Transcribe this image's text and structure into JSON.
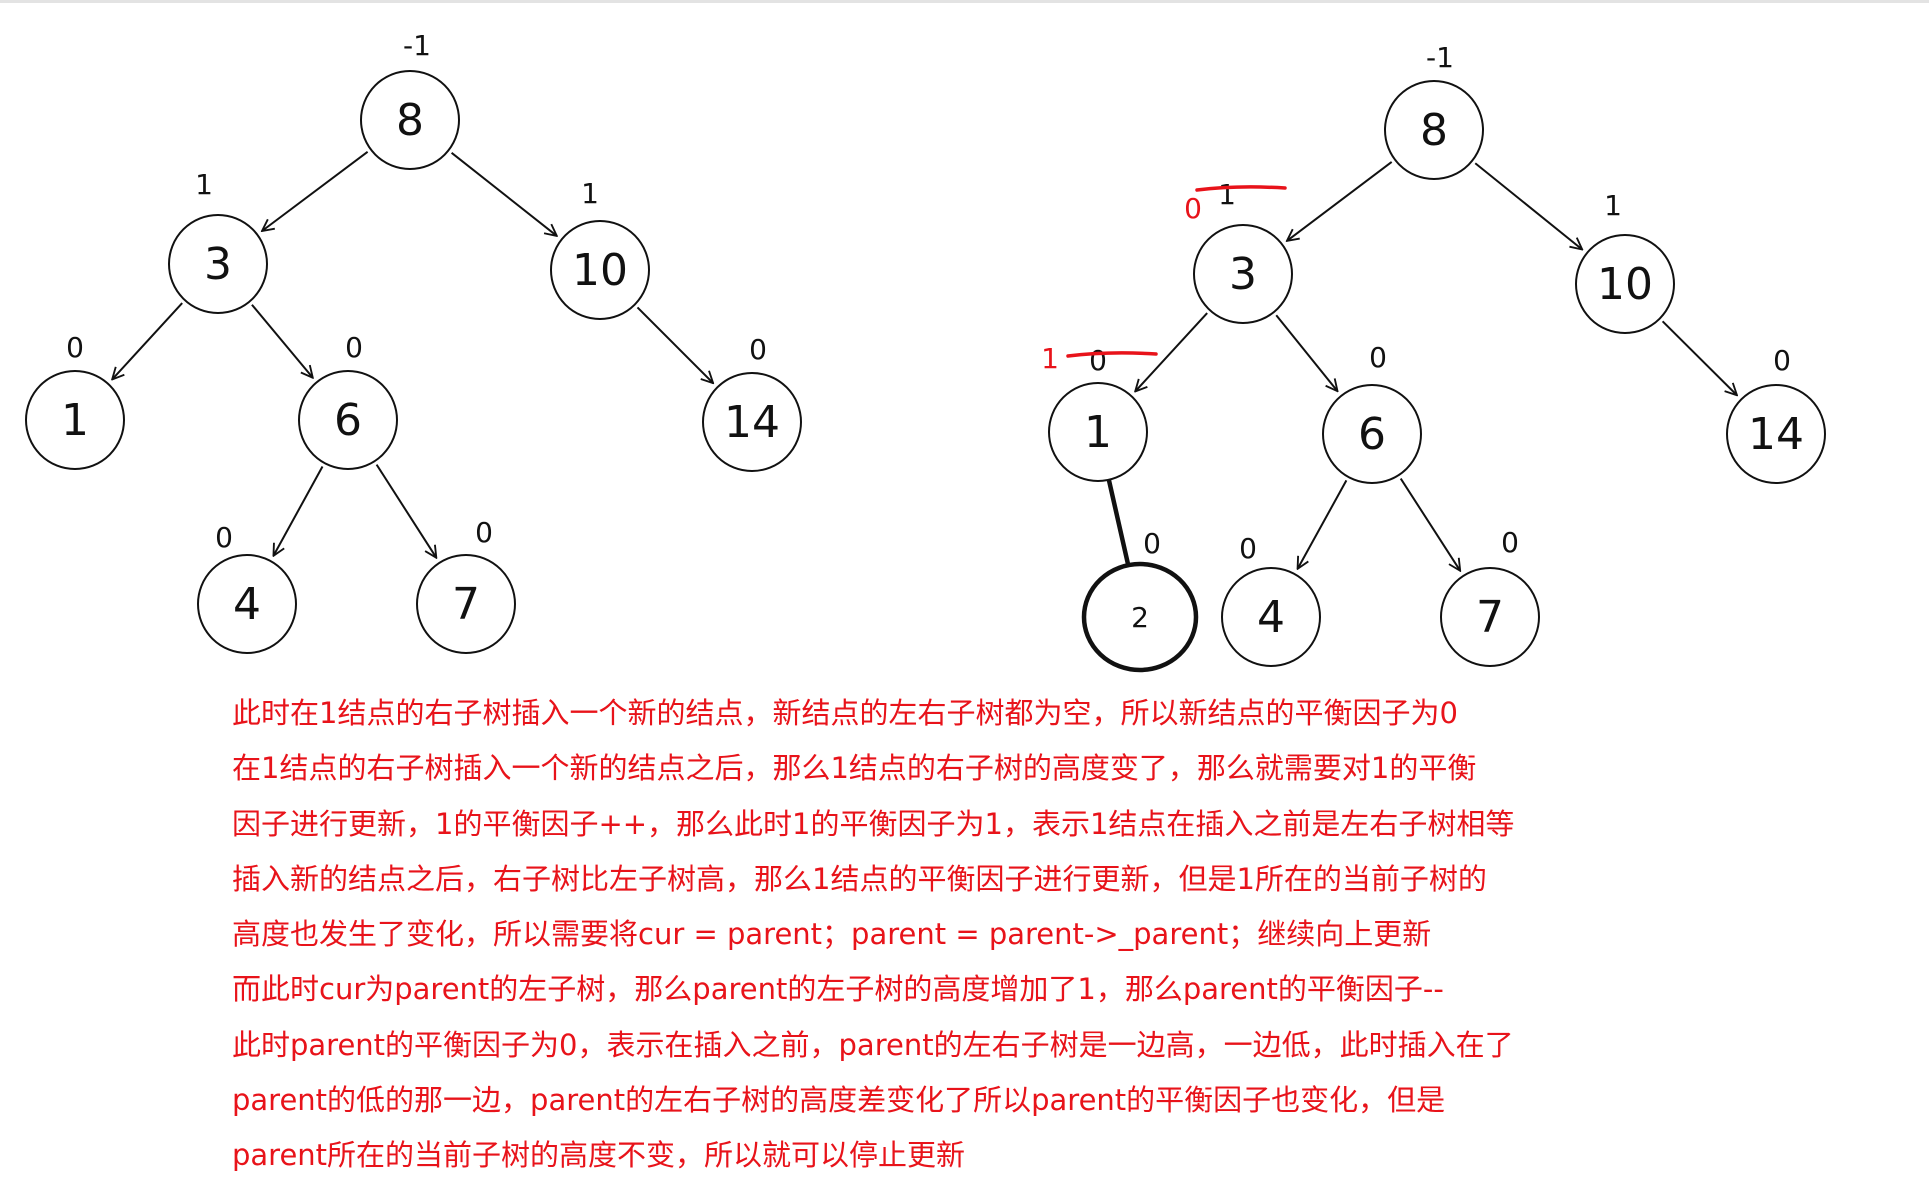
{
  "colors": {
    "ink": "#111111",
    "note": "#e8131a",
    "background": "#ffffff"
  },
  "trees": [
    {
      "nodes": [
        {
          "id": "8",
          "label": "8",
          "bf": "-1"
        },
        {
          "id": "3",
          "label": "3",
          "bf": "1"
        },
        {
          "id": "10",
          "label": "10",
          "bf": "1"
        },
        {
          "id": "1",
          "label": "1",
          "bf": "0"
        },
        {
          "id": "6",
          "label": "6",
          "bf": "0"
        },
        {
          "id": "14",
          "label": "14",
          "bf": "0"
        },
        {
          "id": "4",
          "label": "4",
          "bf": "0"
        },
        {
          "id": "7",
          "label": "7",
          "bf": "0"
        }
      ],
      "edges": [
        [
          "8",
          "3"
        ],
        [
          "8",
          "10"
        ],
        [
          "3",
          "1"
        ],
        [
          "3",
          "6"
        ],
        [
          "10",
          "14"
        ],
        [
          "6",
          "4"
        ],
        [
          "6",
          "7"
        ]
      ]
    },
    {
      "nodes": [
        {
          "id": "8",
          "label": "8",
          "bf": "-1"
        },
        {
          "id": "3",
          "label": "3",
          "bf": "1",
          "bf_new": "0"
        },
        {
          "id": "10",
          "label": "10",
          "bf": "1"
        },
        {
          "id": "1",
          "label": "1",
          "bf": "0",
          "bf_new": "1"
        },
        {
          "id": "6",
          "label": "6",
          "bf": "0"
        },
        {
          "id": "14",
          "label": "14",
          "bf": "0"
        },
        {
          "id": "2",
          "label": "2",
          "bf": "0",
          "inserted": true
        },
        {
          "id": "4",
          "label": "4",
          "bf": "0"
        },
        {
          "id": "7",
          "label": "7",
          "bf": "0"
        }
      ],
      "edges": [
        [
          "8",
          "3"
        ],
        [
          "8",
          "10"
        ],
        [
          "3",
          "1"
        ],
        [
          "3",
          "6"
        ],
        [
          "10",
          "14"
        ],
        [
          "1",
          "2"
        ],
        [
          "6",
          "4"
        ],
        [
          "6",
          "7"
        ]
      ]
    }
  ],
  "notes": [
    "此时在1结点的右子树插入一个新的结点，新结点的左右子树都为空，所以新结点的平衡因子为0",
    "在1结点的右子树插入一个新的结点之后，那么1结点的右子树的高度变了，那么就需要对1的平衡",
    "因子进行更新，1的平衡因子++，那么此时1的平衡因子为1，表示1结点在插入之前是左右子树相等",
    "插入新的结点之后，右子树比左子树高，那么1结点的平衡因子进行更新，但是1所在的当前子树的",
    "高度也发生了变化，所以需要将cur = parent；parent = parent->_parent；继续向上更新",
    "而此时cur为parent的左子树，那么parent的左子树的高度增加了1，那么parent的平衡因子--",
    "此时parent的平衡因子为0，表示在插入之前，parent的左右子树是一边高，一边低，此时插入在了",
    "parent的低的那一边，parent的左右子树的高度差变化了所以parent的平衡因子也变化，但是",
    "parent所在的当前子树的高度不变，所以就可以停止更新"
  ]
}
